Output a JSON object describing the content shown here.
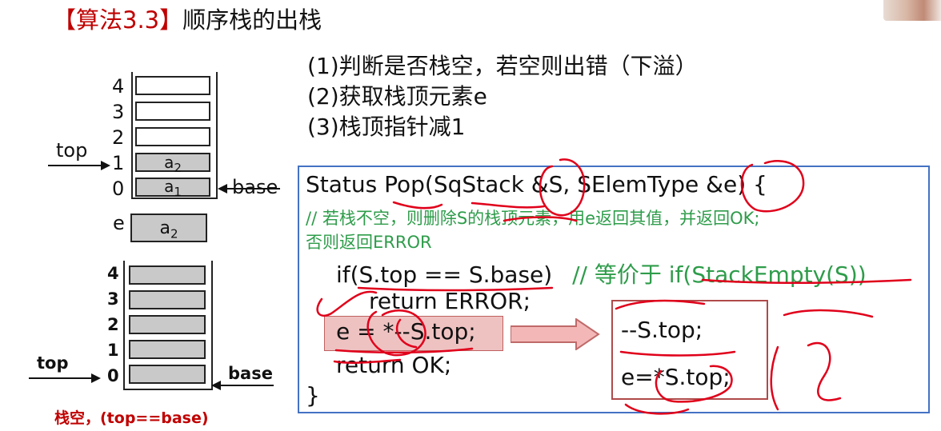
{
  "title": {
    "bracket_open": "【",
    "algo": "算法3.3",
    "bracket_close": "】",
    "text": "顺序栈的出栈"
  },
  "steps": [
    "(1)判断是否栈空，若空则出错（下溢）",
    "(2)获取栈顶元素e",
    "(3)栈顶指针减1"
  ],
  "stack_diagram": {
    "indices": [
      "4",
      "3",
      "2",
      "1",
      "0"
    ],
    "cell_values": [
      "",
      "",
      "",
      "a",
      "a"
    ],
    "cell_subscripts": [
      "",
      "",
      "",
      "2",
      "1"
    ],
    "top_label": "top",
    "base_label": "base",
    "e_label": "e",
    "e_value": "a",
    "e_subscript": "2"
  },
  "empty_stack_diagram": {
    "indices": [
      "4",
      "3",
      "2",
      "1",
      "0"
    ],
    "top_label": "top",
    "base_label": "base",
    "caption": "栈空，(top==base)"
  },
  "code": {
    "signature": "Status Pop(SqStack &S, SElemType &e) {",
    "comment_line1": "// 若栈不空，则删除S的栈顶元素，用e返回其值，并返回OK;",
    "comment_line2": "否则返回ERROR",
    "if_line": "if(S.top == S.base)",
    "if_comment_prefix": "// 等价于 ",
    "if_comment_call": "if(StackEmpty(S))",
    "return_error": "return ERROR;",
    "assign_line": "e = *--S.top;",
    "return_ok": "return OK;",
    "closing_brace": "}"
  },
  "result": {
    "line1": "--S.top;",
    "line2": "e=*S.top;"
  },
  "colors": {
    "title_bracket": "#c00000",
    "comment": "#2e9c4a",
    "code_border": "#4472c4",
    "ink": "#e0001a",
    "highlight": "#dc7878"
  }
}
